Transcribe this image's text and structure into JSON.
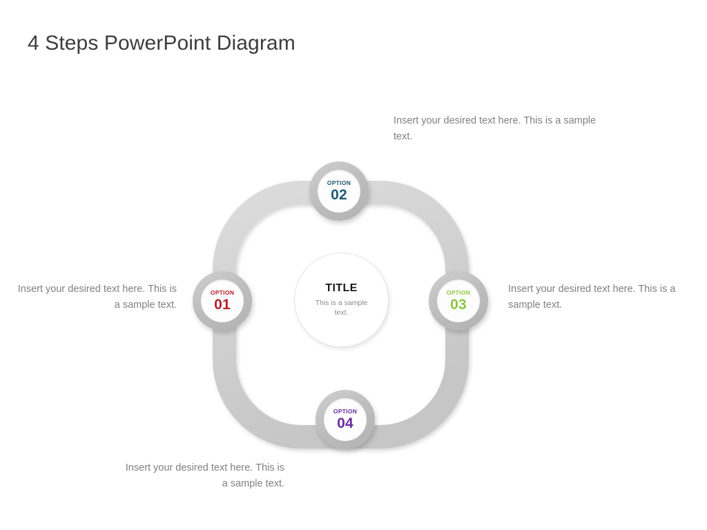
{
  "slide": {
    "title": "4 Steps PowerPoint Diagram",
    "background": "#FFFFFF"
  },
  "center": {
    "title": "TITLE",
    "subtitle": "This is a sample text."
  },
  "steps": [
    {
      "id": "01",
      "label": "OPTION",
      "number": "01",
      "color": "#B41F2B",
      "position": "left",
      "text": "Insert your desired text here. This is a sample text."
    },
    {
      "id": "02",
      "label": "OPTION",
      "number": "02",
      "color": "#1D5A73",
      "position": "top",
      "text": "Insert your desired text here. This is a sample text."
    },
    {
      "id": "03",
      "label": "OPTION",
      "number": "03",
      "color": "#8CC540",
      "position": "right",
      "text": "Insert your desired text here. This is a sample text."
    },
    {
      "id": "04",
      "label": "OPTION",
      "number": "04",
      "color": "#6A2CA0",
      "position": "bottom",
      "text": "Insert your desired text here. This is a sample text."
    }
  ],
  "ring": {
    "name": "rounded-square-track",
    "color": "#D2D2D2",
    "stroke_width": 34
  }
}
